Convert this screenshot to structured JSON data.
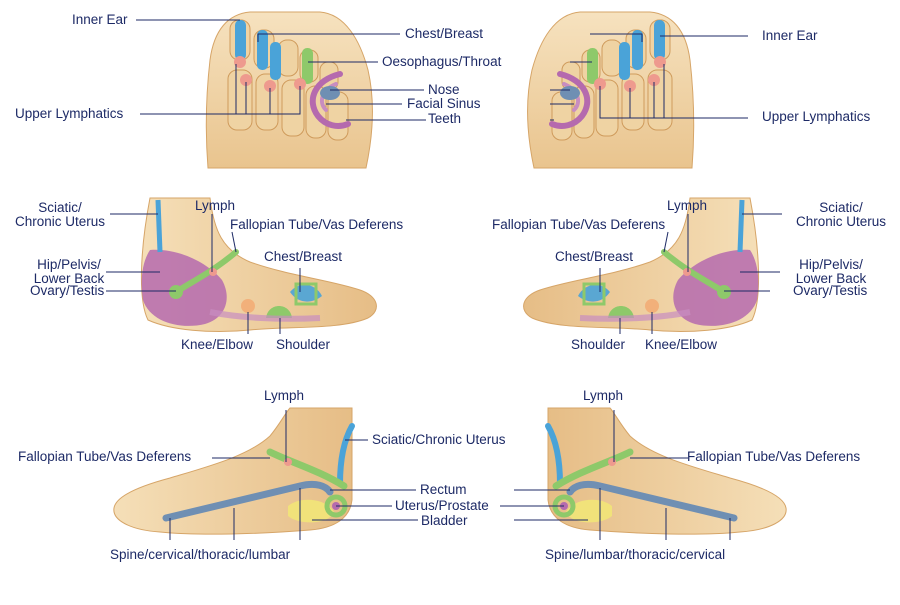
{
  "colors": {
    "skin": "#f2d6a8",
    "skin_dark": "#d9ad70",
    "bone": "#e8c58c",
    "blue": "#4aa3d8",
    "green": "#8ec96a",
    "pink": "#ee9a8e",
    "purple": "#b56aae",
    "purple_light": "#c88dc0",
    "steel": "#6f8fb3",
    "yellow": "#f1e27a",
    "orange": "#f2b07a",
    "label": "#1d2a66",
    "line": "#1d2a66"
  },
  "top": {
    "left": {
      "inner_ear": "Inner Ear",
      "chest_breast": "Chest/Breast",
      "oesophagus_throat": "Oesophagus/Throat",
      "nose": "Nose",
      "facial_sinus": "Facial Sinus",
      "teeth": "Teeth",
      "upper_lymphatics": "Upper Lymphatics"
    },
    "right": {
      "inner_ear": "Inner Ear",
      "upper_lymphatics": "Upper Lymphatics"
    }
  },
  "middle": {
    "left": {
      "sciatic": "Sciatic/\nChronic Uterus",
      "lymph": "Lymph",
      "fallopian": "Fallopian Tube/Vas Deferens",
      "hip": "Hip/Pelvis/\nLower Back",
      "ovary": "Ovary/Testis",
      "chest": "Chest/Breast",
      "knee": "Knee/Elbow",
      "shoulder": "Shoulder"
    },
    "right": {
      "sciatic": "Sciatic/\nChronic Uterus",
      "lymph": "Lymph",
      "fallopian": "Fallopian Tube/Vas Deferens",
      "hip": "Hip/Pelvis/\nLower Back",
      "ovary": "Ovary/Testis",
      "chest": "Chest/Breast",
      "knee": "Knee/Elbow",
      "shoulder": "Shoulder"
    }
  },
  "bottom": {
    "left": {
      "lymph": "Lymph",
      "fallopian": "Fallopian Tube/Vas Deferens",
      "spine": "Spine/cervical/thoracic/lumbar"
    },
    "right": {
      "lymph": "Lymph",
      "fallopian": "Fallopian Tube/Vas Deferens",
      "spine": "Spine/lumbar/thoracic/cervical"
    },
    "center": {
      "sciatic": "Sciatic/Chronic Uterus",
      "rectum": "Rectum",
      "uterus_prostate": "Uterus/Prostate",
      "bladder": "Bladder"
    }
  }
}
